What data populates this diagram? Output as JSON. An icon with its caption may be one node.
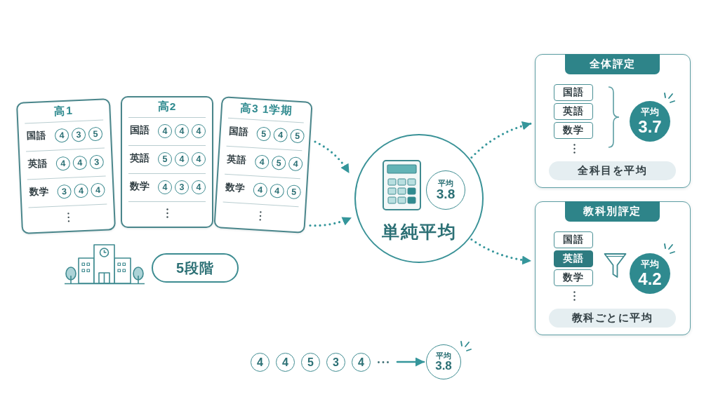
{
  "diagram": {
    "nodes": [
      {
        "text": [
          "高1",
          "国語",
          "英語",
          "数学"
        ]
      },
      {
        "text": [
          "4"
        ],
        "in": 0
      },
      {
        "text": [
          "3"
        ],
        "in": 0
      },
      {
        "text": [
          "5"
        ],
        "in": 0
      },
      {
        "text": [
          "4"
        ],
        "in": 0
      },
      {
        "text": [
          "4"
        ],
        "in": 0
      },
      {
        "text": [
          "3"
        ],
        "in": 0
      },
      {
        "text": [
          "3"
        ],
        "in": 0
      },
      {
        "text": [
          "4"
        ],
        "in": 0
      },
      {
        "text": [
          "4"
        ],
        "in": 0
      },
      {
        "text": [
          "高2",
          "国語",
          "英語",
          "数学"
        ]
      },
      {
        "text": [
          "4"
        ],
        "in": 10
      },
      {
        "text": [
          "4"
        ],
        "in": 10
      },
      {
        "text": [
          "4"
        ],
        "in": 10
      },
      {
        "text": [
          "5"
        ],
        "in": 10
      },
      {
        "text": [
          "4"
        ],
        "in": 10
      },
      {
        "text": [
          "4"
        ],
        "in": 10
      },
      {
        "text": [
          "4"
        ],
        "in": 10
      },
      {
        "text": [
          "3"
        ],
        "in": 10
      },
      {
        "text": [
          "4"
        ],
        "in": 10
      },
      {
        "text": [
          "高3 1学期",
          "国語",
          "英語",
          "数学"
        ]
      },
      {
        "text": [
          "5"
        ],
        "in": 20
      },
      {
        "text": [
          "4"
        ],
        "in": 20
      },
      {
        "text": [
          "5"
        ],
        "in": 20
      },
      {
        "text": [
          "4"
        ],
        "in": 20
      },
      {
        "text": [
          "5"
        ],
        "in": 20
      },
      {
        "text": [
          "4"
        ],
        "in": 20
      },
      {
        "text": [
          "4"
        ],
        "in": 20
      },
      {
        "text": [
          "4"
        ],
        "in": 20
      },
      {
        "text": [
          "5"
        ],
        "in": 20
      },
      {
        "text": [
          "5段階"
        ]
      },
      {
        "text": [
          "単純平均"
        ]
      },
      {
        "text": [
          "平均",
          "3.8"
        ],
        "in": 31
      },
      {
        "text": [],
        "shape": "box"
      },
      {
        "text": [
          "全体評定"
        ],
        "in": 33
      },
      {
        "text": [
          "国語"
        ],
        "in": 33
      },
      {
        "text": [
          "英語"
        ],
        "in": 33
      },
      {
        "text": [
          "数学"
        ],
        "in": 33
      },
      {
        "text": [
          "平均",
          "3.7"
        ],
        "in": 33
      },
      {
        "text": [
          "全科目を平均"
        ],
        "in": 33
      },
      {
        "text": [],
        "shape": "box"
      },
      {
        "text": [
          "教科別評定"
        ],
        "in": 40
      },
      {
        "text": [
          "国語"
        ],
        "in": 40
      },
      {
        "text": [
          "英語"
        ],
        "in": 40
      },
      {
        "text": [
          "数学"
        ],
        "in": 40
      },
      {
        "text": [
          "平均",
          "4.2"
        ],
        "in": 40
      },
      {
        "text": [
          "教科ごとに平均"
        ],
        "in": 40
      },
      {
        "text": [
          "4"
        ]
      },
      {
        "text": [
          "4"
        ]
      },
      {
        "text": [
          "5"
        ]
      },
      {
        "text": [
          "3"
        ]
      },
      {
        "text": [
          "4"
        ]
      },
      {
        "text": [
          "平均",
          "3.8"
        ]
      }
    ],
    "edges": [
      {
        "from": 20,
        "to": 31,
        "arrow": "to",
        "style": "dashed"
      },
      {
        "from": 20,
        "to": 31,
        "arrow": "to",
        "style": "dashed"
      },
      {
        "from": 31,
        "to": 33,
        "arrow": "to",
        "style": "dashed"
      },
      {
        "from": 31,
        "to": 40,
        "arrow": "to",
        "style": "dashed"
      },
      {
        "from": null,
        "to": 52,
        "arrow": "to"
      }
    ]
  }
}
